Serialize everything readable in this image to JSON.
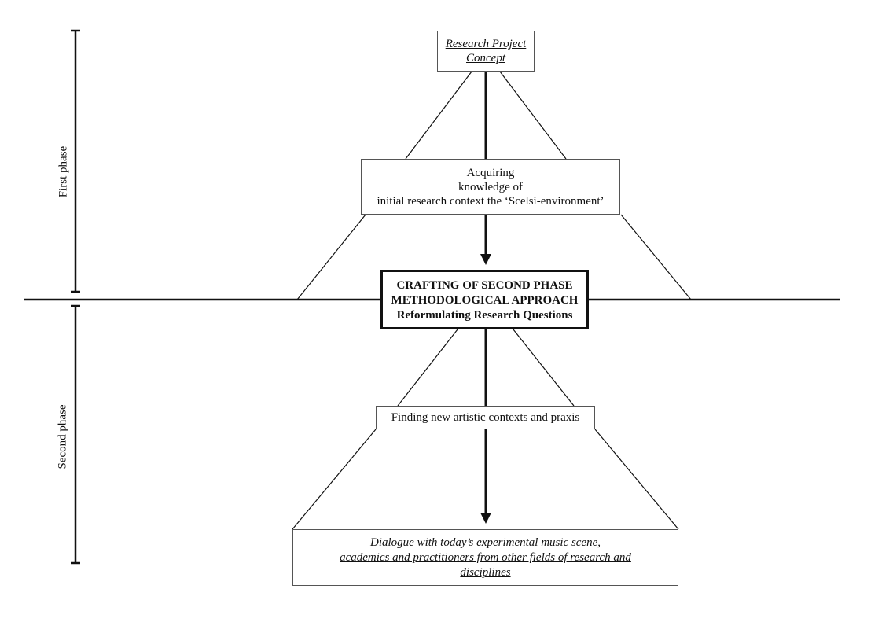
{
  "phases": {
    "first": "First phase",
    "second": "Second phase"
  },
  "boxes": {
    "concept": [
      "Research Project",
      "Concept"
    ],
    "acquiring": [
      "Acquiring",
      "knowledge of",
      "initial research context the ‘Scelsi-environment’"
    ],
    "crafting": [
      "CRAFTING OF SECOND PHASE",
      "METHODOLOGICAL APPROACH",
      "Reformulating Research Questions"
    ],
    "finding": "Finding new artistic contexts and praxis",
    "dialogue": [
      "Dialogue with today’s experimental music scene,",
      "academics and practitioners from other fields of research and",
      "disciplines"
    ]
  },
  "colors": {
    "line": "#111111",
    "box_border": "#555555",
    "background": "#ffffff"
  }
}
